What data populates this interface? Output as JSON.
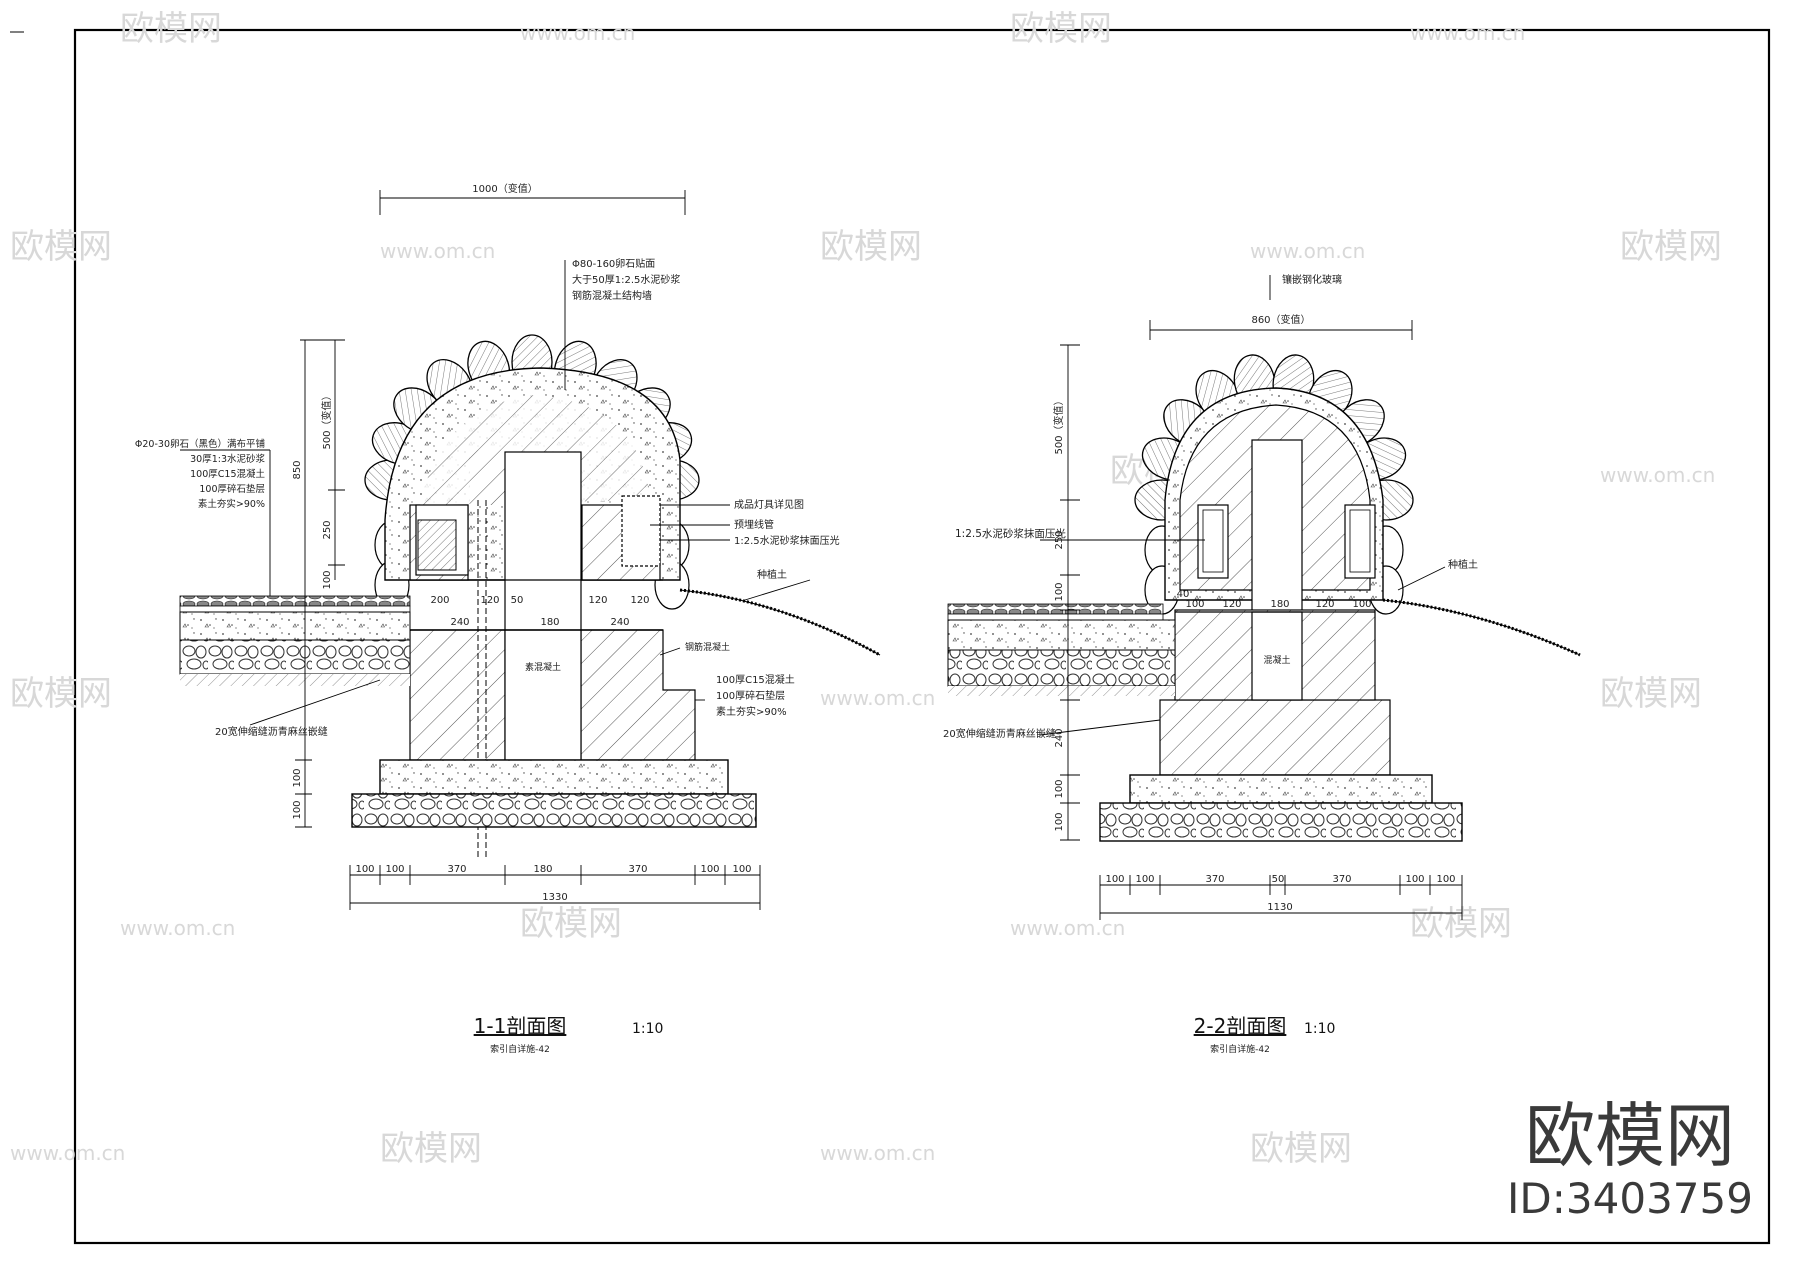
{
  "watermark": {
    "brand": "欧模网",
    "url": "www.om.cn"
  },
  "badge": {
    "brand": "欧模网",
    "id": "ID:3403759"
  },
  "section_1": {
    "title": "1-1剖面图",
    "scale": "1:10",
    "note": "索引自详施-42",
    "top_dim": "1000（变值）",
    "height_dims": {
      "total": "850",
      "dome": "500（变值）",
      "mid": "250",
      "low": "100"
    },
    "foundation_dims": [
      "100",
      "100"
    ],
    "bottom_dims": [
      "100",
      "100",
      "370",
      "180",
      "370",
      "100",
      "100"
    ],
    "bottom_total": "1330",
    "top_dims_inner": [
      "200",
      "120",
      "50",
      "120",
      "120"
    ],
    "mid_dims": [
      "240",
      "180",
      "240"
    ],
    "dome_notes": [
      "Φ80-160卵石贴面",
      "大于50厚1:2.5水泥砂浆",
      "钢筋混凝土结构墙"
    ],
    "left_notes": [
      "Φ20-30卵石（黑色）满布平铺",
      "30厚1:3水泥砂浆",
      "100厚C15混凝土",
      "100厚碎石垫层",
      "素土夯实>90%"
    ],
    "right_notes": [
      "成品灯具详见图",
      "预埋线管",
      "1:2.5水泥砂浆抹面压光",
      "种植土"
    ],
    "mid_notes": [
      "素混凝土",
      "钢筋混凝土"
    ],
    "lower_right_notes": [
      "100厚C15混凝土",
      "100厚碎石垫层",
      "素土夯实>90%"
    ],
    "joint_note": "20宽伸缩缝沥青麻丝嵌缝"
  },
  "section_2": {
    "title": "2-2剖面图",
    "scale": "1:10",
    "note": "索引自详施-42",
    "top_label": "镶嵌钢化玻璃",
    "top_dim": "860（变值）",
    "height_dims": {
      "dome": "500（变值）",
      "mid": "250",
      "low": "100",
      "base": "240",
      "f1": "100",
      "f2": "100"
    },
    "bottom_dims": [
      "100",
      "100",
      "370",
      "50",
      "370",
      "100",
      "100"
    ],
    "bottom_total": "1130",
    "top_dims_inner": [
      "100",
      "40",
      "120",
      "180",
      "120",
      "100"
    ],
    "left_note": "1:2.5水泥砂浆抹面压光",
    "right_note": "种植土",
    "mid_note": "混凝土",
    "joint_note": "20宽伸缩缝沥青麻丝嵌缝"
  }
}
